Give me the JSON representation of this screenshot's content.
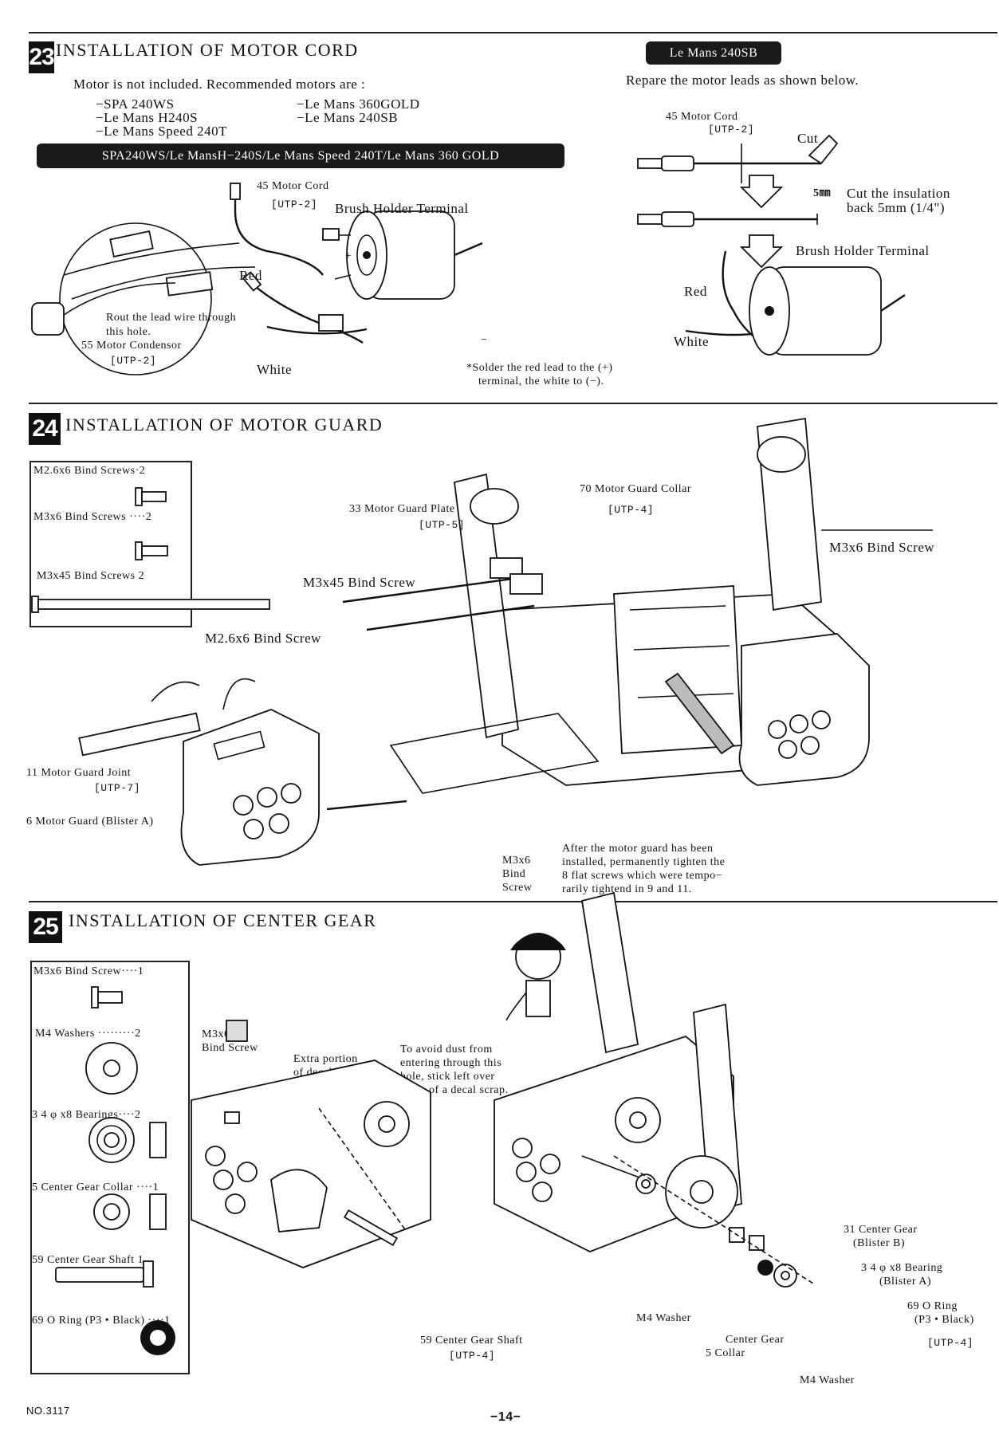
{
  "sections": {
    "s23": {
      "number": "23",
      "title": "INSTALLATION OF MOTOR CORD",
      "intro": "Motor is not included. Recommended motors are :",
      "motors_col1": [
        "−SPA 240WS",
        "−Le Mans H240S",
        "−Le Mans Speed 240T"
      ],
      "motors_col2": [
        "−Le Mans 360GOLD",
        "−Le Mans 240SB"
      ],
      "bar_label": "SPA240WS/Le MansH−240S/Le Mans Speed 240T/Le Mans 360 GOLD",
      "part_motor_cord": "Motor Cord",
      "part_motor_cord_num": "45",
      "part_motor_cord_bag": "[UTP-2]",
      "brush_holder_terminal": "Brush Holder Terminal",
      "red": "Red",
      "white": "White",
      "plus": "+",
      "minus": "−",
      "rout_note": "Rout the lead wire through this hole.",
      "motor_condensor": "Motor Condensor",
      "motor_condensor_num": "55",
      "motor_condensor_bag": "[UTP-2]",
      "solder_note_1": "*Solder the red lead to the (+)",
      "solder_note_2": "terminal, the white to (−).",
      "right_bar": "Le Mans 240SB",
      "right_intro": "Repare the motor leads as shown below.",
      "right_motor_cord": "Motor Cord",
      "right_motor_cord_num": "45",
      "right_motor_cord_bag": "[UTP-2]",
      "cut": "Cut",
      "five_mm": "5㎜",
      "cut_insulation_1": "Cut the insulation",
      "cut_insulation_2": "back 5mm (1/4\")",
      "right_brush": "Brush Holder Terminal",
      "right_red": "Red",
      "right_white": "White"
    },
    "s24": {
      "number": "24",
      "title": "INSTALLATION OF MOTOR GUARD",
      "parts": [
        {
          "label": "M2.6x6 Bind Screws",
          "qty": "2"
        },
        {
          "label": "M3x6 Bind Screws",
          "qty": "2"
        },
        {
          "label": "M3x45 Bind Screws",
          "qty": "2"
        }
      ],
      "m26_label": "M2.6x6 Bind Screw",
      "motor_guard_joint": "Motor Guard Joint",
      "motor_guard_joint_num": "11",
      "motor_guard_joint_bag": "[UTP-7]",
      "motor_guard": "Motor Guard (Blister A)",
      "motor_guard_num": "6",
      "motor_guard_plate": "Motor Guard Plate",
      "motor_guard_plate_num": "33",
      "motor_guard_plate_bag": "[UTP-5]",
      "motor_guard_collar": "Motor Guard Collar",
      "motor_guard_collar_num": "70",
      "motor_guard_collar_bag": "[UTP-4]",
      "m3x45_label": "M3x45 Bind Screw",
      "m3x6_right": "M3x6 Bind Screw",
      "m3x6_bottom": [
        "M3x6",
        "Bind",
        "Screw"
      ],
      "after_note": [
        "After the motor guard has been",
        "installed, permanently tighten the",
        "8 flat screws which were tempo−",
        "rarily tightend in 9 and 11."
      ]
    },
    "s25": {
      "number": "25",
      "title": "INSTALLATION OF CENTER GEAR",
      "parts": [
        {
          "label": "M3x6 Bind Screw",
          "qty": "1"
        },
        {
          "label": "M4 Washers",
          "qty": "2"
        },
        {
          "label": "4 φ x8 Bearings",
          "qty": "2",
          "num": "3"
        },
        {
          "label": "Center Gear Collar",
          "qty": "1",
          "num": "5"
        },
        {
          "label": "Center Gear Shaft",
          "qty": "1",
          "num": "59"
        },
        {
          "label": "O Ring (P3 • Black)",
          "qty": "1",
          "num": "69"
        }
      ],
      "m3x6_label": [
        "M3x6",
        "Bind Screw"
      ],
      "extra_decal": [
        "Extra portion",
        "of decal."
      ],
      "dust_note": [
        "To avoid dust from",
        "entering through this",
        "hole, stick left over",
        "piece of a decal scrap."
      ],
      "center_gear_shaft": "Center Gear Shaft",
      "center_gear_shaft_num": "59",
      "center_gear_shaft_bag": "[UTP-4]",
      "center_gear": [
        "Center Gear",
        "(Blister B)"
      ],
      "center_gear_num": "31",
      "bearing": [
        "4 φ x8 Bearing",
        "(Blister A)"
      ],
      "bearing_num": "3",
      "o_ring": [
        "O Ring",
        "(P3 • Black)"
      ],
      "o_ring_num": "69",
      "utp4": "[UTP-4]",
      "m4_washer_1": "M4 Washer",
      "center_gear_collar": [
        "Center Gear",
        "Collar"
      ],
      "center_gear_collar_num": "5",
      "m4_washer_2": "M4 Washer"
    }
  },
  "footer": {
    "model_no": "NO.3117",
    "page": "−14−"
  }
}
